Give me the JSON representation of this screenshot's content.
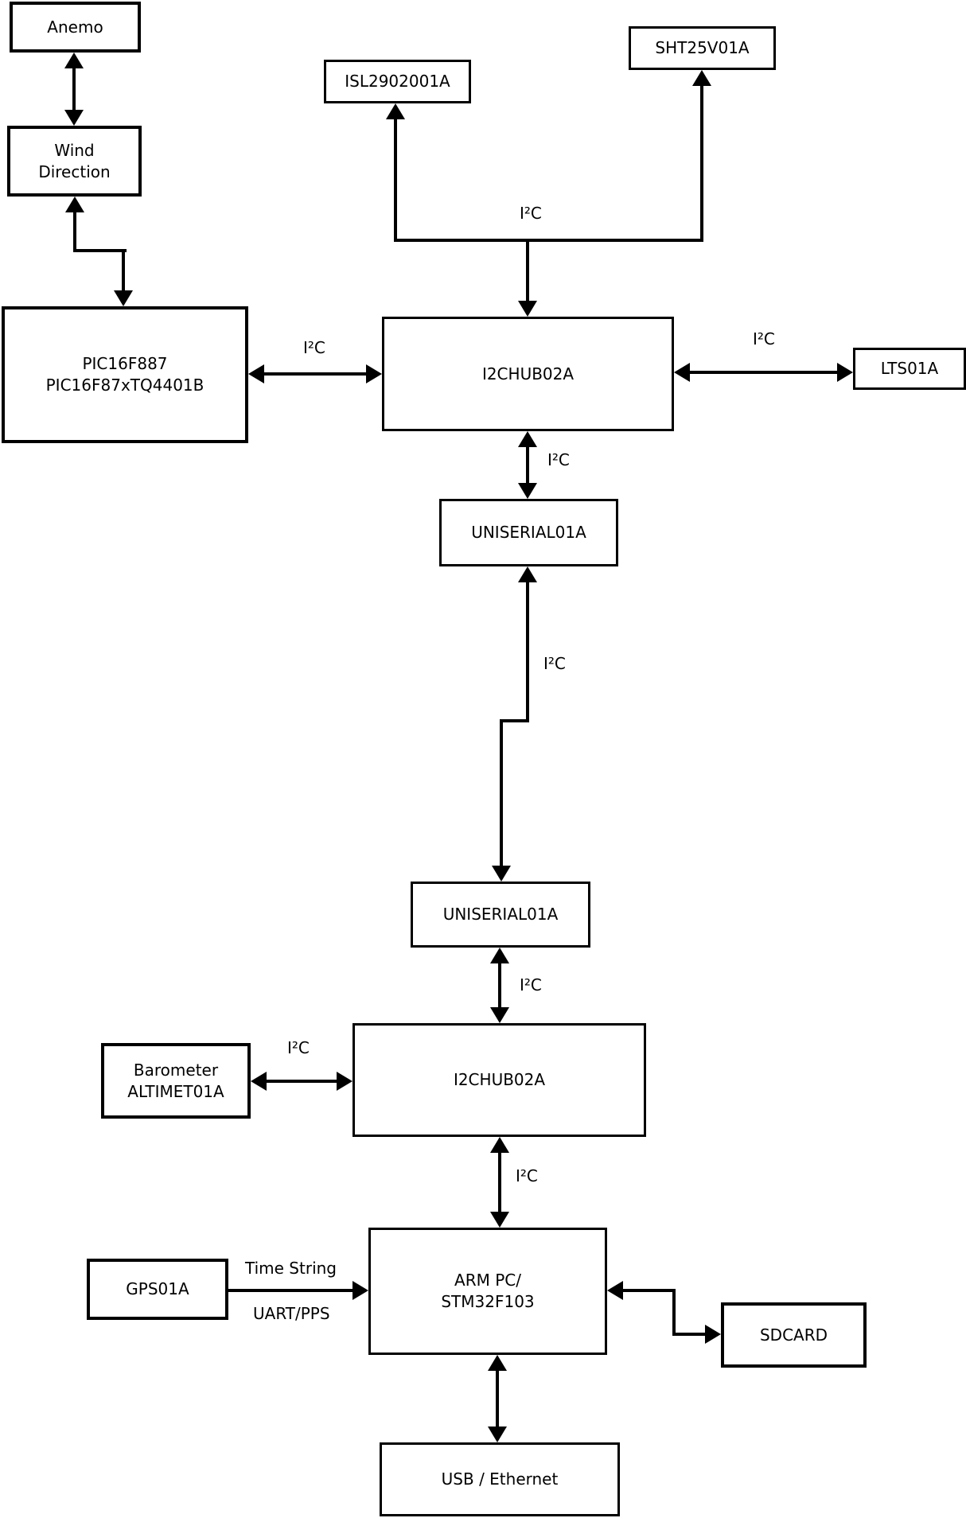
{
  "colors": {
    "line": "#000000",
    "background": "#ffffff",
    "box_fill": "#ffffff"
  },
  "nodes": {
    "anemo": {
      "label": "Anemo"
    },
    "wind": {
      "line1": "Wind",
      "line2": "Direction"
    },
    "pic": {
      "line1": "PIC16F887",
      "line2": "PIC16F87xTQ4401B"
    },
    "isl": {
      "label": "ISL2902001A"
    },
    "sht": {
      "label": "SHT25V01A"
    },
    "hub1": {
      "label": "I2CHUB02A"
    },
    "lts": {
      "label": "LTS01A"
    },
    "uni1": {
      "label": "UNISERIAL01A"
    },
    "uni2": {
      "label": "UNISERIAL01A"
    },
    "hub2": {
      "label": "I2CHUB02A"
    },
    "baro": {
      "line1": "Barometer",
      "line2": "ALTIMET01A"
    },
    "gps": {
      "label": "GPS01A"
    },
    "arm": {
      "line1": "ARM PC/",
      "line2": "STM32F103"
    },
    "sdcard": {
      "label": "SDCARD"
    },
    "usb": {
      "label": "USB / Ethernet"
    }
  },
  "labels": {
    "i2c": "I²C",
    "time_string": "Time String",
    "uart_pps": "UART/PPS"
  }
}
